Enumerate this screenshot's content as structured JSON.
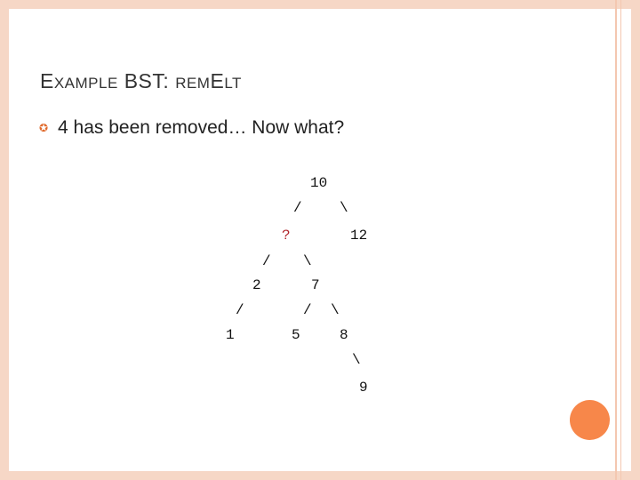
{
  "slide": {
    "title_parts": [
      "E",
      "XAMPLE",
      " BST: ",
      "REM",
      "E",
      "LT"
    ],
    "bullet": "4 has been removed… Now what?"
  },
  "tree_diagram": {
    "root": "10",
    "lines": {
      "r1_left": "/",
      "r1_right": "\\",
      "r2_left": "/",
      "r2_right": "\\",
      "r3_left_a": "/",
      "r3_left_b": "/",
      "r3_right": "\\",
      "r4_right": "\\"
    },
    "nodes": {
      "missing": "?",
      "n12": "12",
      "n2": "2",
      "n7": "7",
      "n1": "1",
      "n5": "5",
      "n8": "8",
      "n9": "9"
    }
  },
  "colors": {
    "accent": "#f7874a",
    "border": "#f6d7c6",
    "question_mark": "#b0242b"
  }
}
